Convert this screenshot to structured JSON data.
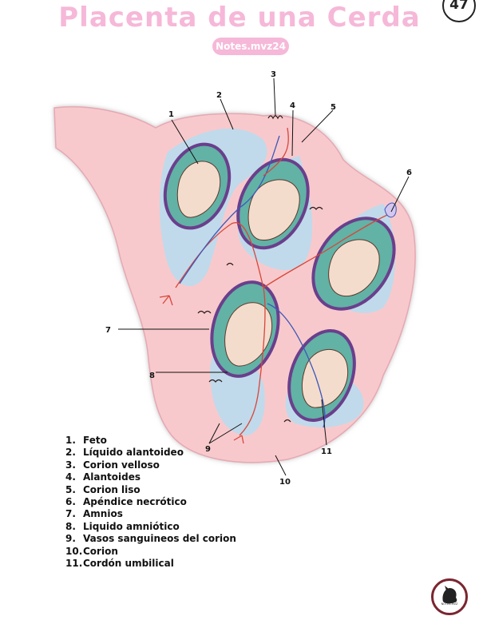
{
  "page_number": "47",
  "title": "Placenta de una Cerda",
  "badge": "Notes.mvz24",
  "logo_text": "NOTES.MVZ",
  "callouts": [
    "1",
    "2",
    "3",
    "4",
    "5",
    "6",
    "7",
    "8",
    "9",
    "10",
    "11"
  ],
  "legend": [
    {
      "num": "1.",
      "label": "Feto"
    },
    {
      "num": "2.",
      "label": "Líquido alantoideo"
    },
    {
      "num": "3.",
      "label": "Corion velloso"
    },
    {
      "num": "4.",
      "label": "Alantoides"
    },
    {
      "num": "5.",
      "label": "Corion liso"
    },
    {
      "num": "6.",
      "label": "Apéndice necrótico"
    },
    {
      "num": "7.",
      "label": "Amnios"
    },
    {
      "num": "8.",
      "label": "Liquido amniótico"
    },
    {
      "num": "9.",
      "label": "Vasos sanguineos del corion"
    },
    {
      "num": "10.",
      "label": "Corion"
    },
    {
      "num": "11.",
      "label": "Cordón umbilical"
    }
  ],
  "colors": {
    "title": "#f6b8d8",
    "uterus": "#f8c9cc",
    "allantoic": "#b9dcee",
    "amnion": "#62b2a6",
    "membrane": "#6a3f8c",
    "fetus": "#f4dccd",
    "vessel_red": "#d9463a",
    "vessel_blue": "#3d57b8"
  },
  "icons": {
    "logo": "pig-head-logo-icon"
  }
}
